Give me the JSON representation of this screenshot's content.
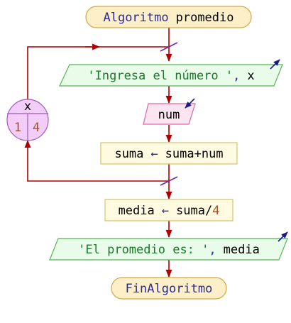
{
  "flowchart": {
    "start_label": "Algoritmo",
    "start_name": "promedio",
    "loop_var": "x",
    "loop_from": "1",
    "loop_to": "4",
    "print1_string": "'Ingresa el número '",
    "print1_sep": ",",
    "print1_var": "x",
    "read_var": "num",
    "assign1_target": "suma",
    "assign1_arrow": "←",
    "assign1_expr": "suma+num",
    "assign2_target": "media",
    "assign2_arrow": "←",
    "assign2_expr_var": "suma/",
    "assign2_expr_num": "4",
    "print2_string": "'El promedio es: '",
    "print2_sep": ",",
    "print2_var": "media",
    "end_label": "FinAlgoritmo"
  },
  "colors": {
    "flow_line": "#b00000",
    "start_end_fill": "#fdf0c8",
    "start_end_stroke": "#d4a640",
    "io_fill": "#e9fbe9",
    "io_stroke": "#56b556",
    "read_fill": "#fde4f1",
    "read_stroke": "#d76aa4",
    "process_fill": "#fffbe0",
    "process_stroke": "#d6c36a",
    "loop_fill": "#f2cdf7",
    "loop_stroke": "#a05ab5",
    "io_marker": "#1a1a8c",
    "loop_marker": "#6a2ab8"
  }
}
